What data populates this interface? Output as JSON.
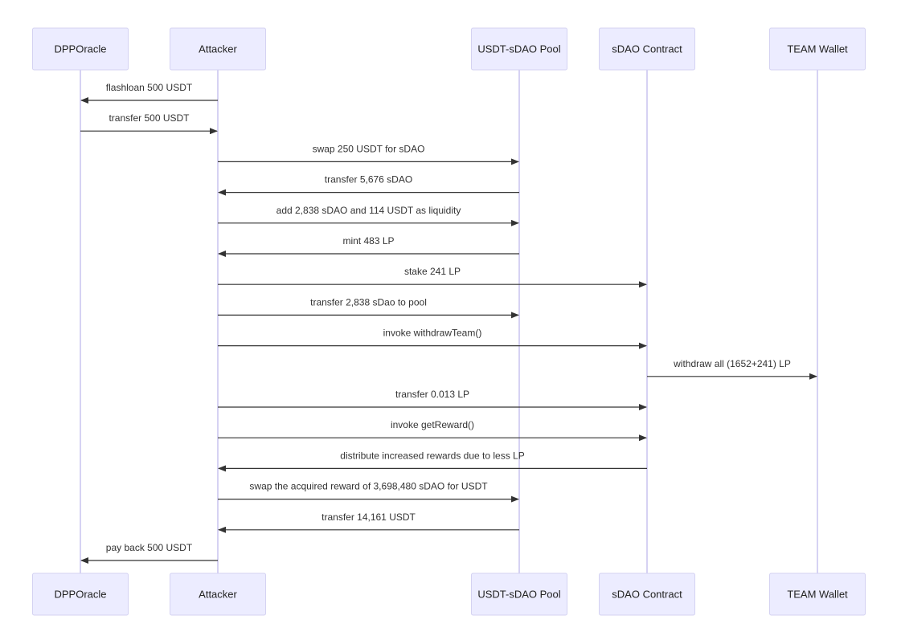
{
  "participants": [
    {
      "id": "dpp",
      "label": "DPPOracle"
    },
    {
      "id": "attacker",
      "label": "Attacker"
    },
    {
      "id": "pool",
      "label": "USDT-sDAO Pool"
    },
    {
      "id": "sdao",
      "label": "sDAO Contract"
    },
    {
      "id": "team",
      "label": "TEAM Wallet"
    }
  ],
  "messages": [
    {
      "from": "attacker",
      "to": "dpp",
      "label": "flashloan 500 USDT"
    },
    {
      "from": "dpp",
      "to": "attacker",
      "label": "transfer 500 USDT"
    },
    {
      "from": "attacker",
      "to": "pool",
      "label": "swap 250 USDT for sDAO"
    },
    {
      "from": "pool",
      "to": "attacker",
      "label": "transfer 5,676 sDAO"
    },
    {
      "from": "attacker",
      "to": "pool",
      "label": "add 2,838 sDAO and 114 USDT as liquidity"
    },
    {
      "from": "pool",
      "to": "attacker",
      "label": "mint 483 LP"
    },
    {
      "from": "attacker",
      "to": "sdao",
      "label": "stake 241 LP"
    },
    {
      "from": "attacker",
      "to": "pool",
      "label": "transfer 2,838 sDao to pool"
    },
    {
      "from": "attacker",
      "to": "sdao",
      "label": "invoke withdrawTeam()"
    },
    {
      "from": "sdao",
      "to": "team",
      "label": "withdraw all (1652+241) LP"
    },
    {
      "from": "attacker",
      "to": "sdao",
      "label": "transfer 0.013 LP"
    },
    {
      "from": "attacker",
      "to": "sdao",
      "label": "invoke getReward()"
    },
    {
      "from": "sdao",
      "to": "attacker",
      "label": "distribute increased rewards due to less LP"
    },
    {
      "from": "attacker",
      "to": "pool",
      "label": "swap the acquired reward of 3,698,480 sDAO for USDT"
    },
    {
      "from": "pool",
      "to": "attacker",
      "label": "transfer 14,161 USDT"
    },
    {
      "from": "attacker",
      "to": "dpp",
      "label": "pay back 500 USDT"
    }
  ],
  "colors": {
    "actor_fill": "#ececff",
    "actor_stroke": "#d4d2f2",
    "lifeline": "#c9c4ef",
    "arrow": "#333333",
    "text": "#222222"
  }
}
